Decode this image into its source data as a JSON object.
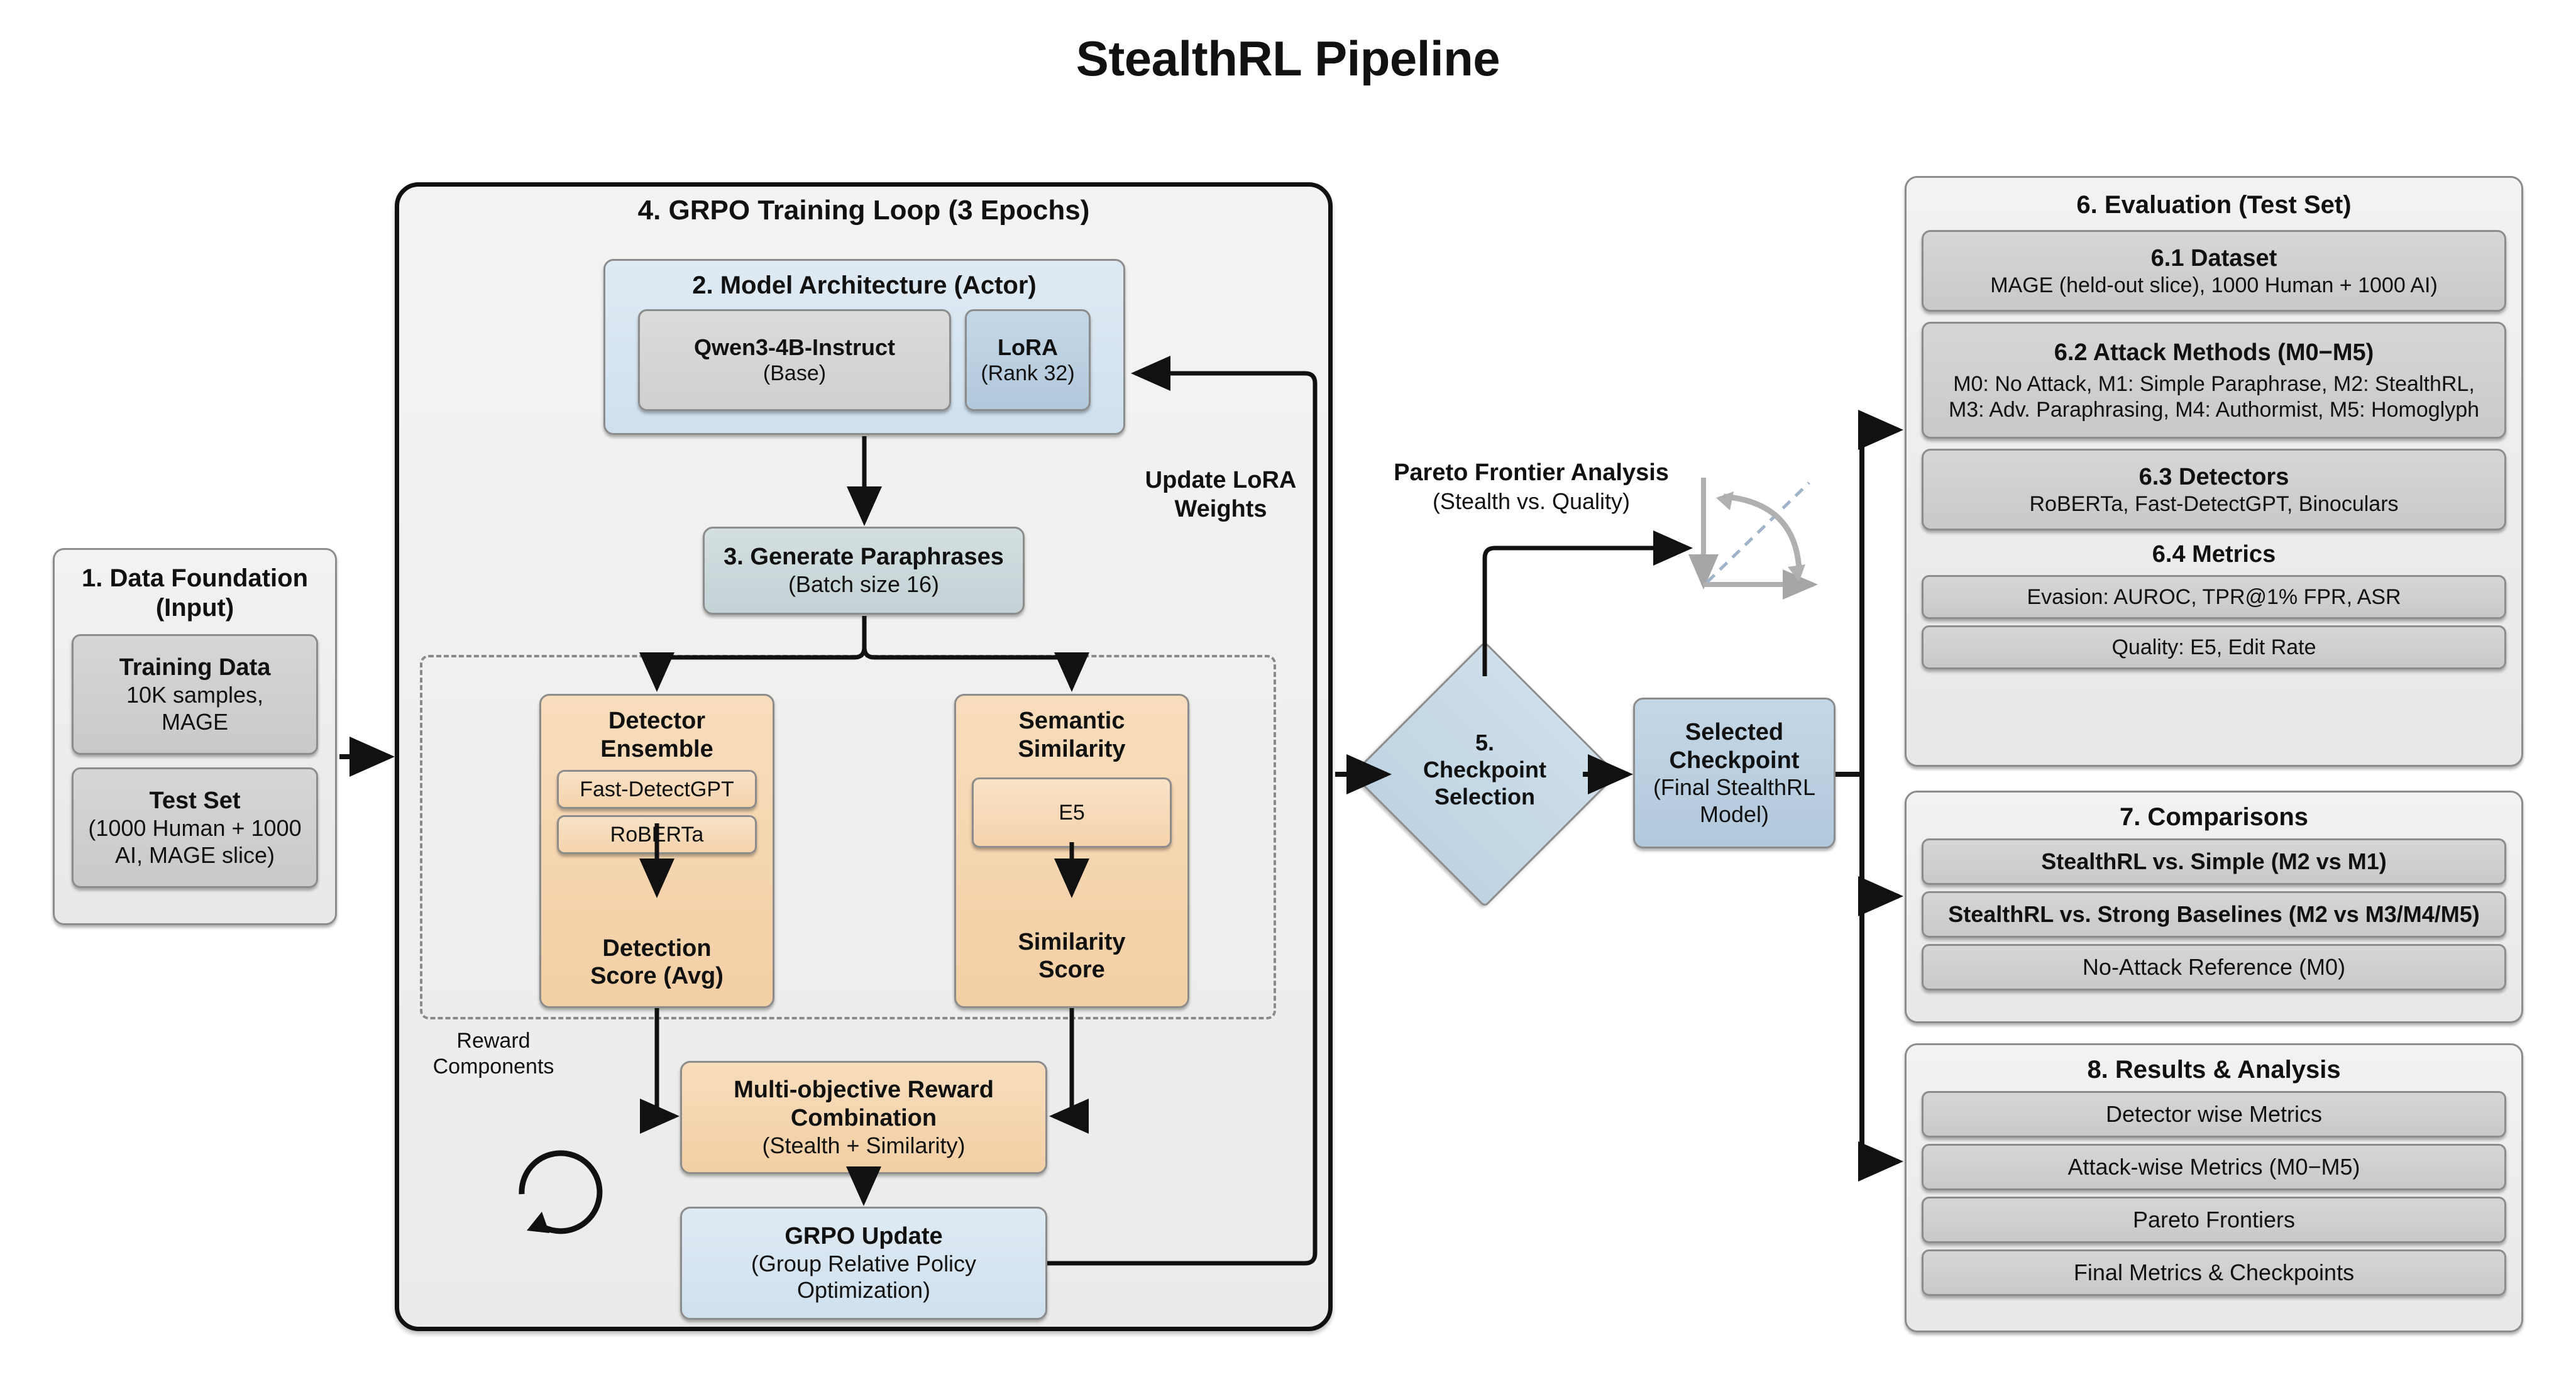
{
  "title": "StealthRL Pipeline",
  "data_foundation": {
    "header_line1": "1. Data Foundation",
    "header_line2": "(Input)",
    "training": {
      "title": "Training Data",
      "detail_line1": "10K samples,",
      "detail_line2": "MAGE"
    },
    "testset": {
      "title": "Test Set",
      "detail_line1": "(1000 Human + 1000",
      "detail_line2": "AI, MAGE slice)"
    }
  },
  "grpo_loop": {
    "header": "4. GRPO Training Loop (3 Epochs)",
    "model_arch": {
      "header": "2. Model Architecture (Actor)",
      "base": {
        "title": "Qwen3-4B-Instruct",
        "detail": "(Base)"
      },
      "lora": {
        "title": "LoRA",
        "detail": "(Rank 32)"
      }
    },
    "generate": {
      "title": "3. Generate Paraphrases",
      "detail": "(Batch size 16)"
    },
    "reward_components_label_line1": "Reward",
    "reward_components_label_line2": "Components",
    "detector_ensemble": {
      "title_line1": "Detector",
      "title_line2": "Ensemble",
      "items": [
        "Fast-DetectGPT",
        "RoBERTa"
      ],
      "output_line1": "Detection",
      "output_line2": "Score (Avg)"
    },
    "semantic_similarity": {
      "title_line1": "Semantic",
      "title_line2": "Similarity",
      "items": [
        "E5"
      ],
      "output_line1": "Similarity",
      "output_line2": "Score"
    },
    "reward_combination": {
      "title_line1": "Multi-objective Reward",
      "title_line2": "Combination",
      "detail": "(Stealth + Similarity)"
    },
    "grpo_update": {
      "title": "GRPO Update",
      "detail_line1": "(Group Relative Policy",
      "detail_line2": "Optimization)"
    },
    "update_lora_label_line1": "Update LoRA",
    "update_lora_label_line2": "Weights"
  },
  "pareto": {
    "label_line1": "Pareto Frontier Analysis",
    "label_line2": "(Stealth vs. Quality)"
  },
  "checkpoint_selection": {
    "line1": "5.",
    "line2": "Checkpoint",
    "line3": "Selection"
  },
  "selected_checkpoint": {
    "title_line1": "Selected",
    "title_line2": "Checkpoint",
    "detail_line1": "(Final StealthRL",
    "detail_line2": "Model)"
  },
  "evaluation": {
    "header": "6. Evaluation (Test Set)",
    "dataset": {
      "title": "6.1 Dataset",
      "detail": "MAGE (held-out slice), 1000 Human + 1000 AI)"
    },
    "attack_methods": {
      "title": "6.2 Attack Methods (M0−M5)",
      "line1": "M0: No Attack, M1: Simple Paraphrase, M2: StealthRL,",
      "line2": "M3: Adv. Paraphrasing, M4: Authormist, M5: Homoglyph"
    },
    "detectors": {
      "title": "6.3 Detectors",
      "detail": "RoBERTa, Fast-DetectGPT, Binoculars"
    },
    "metrics": {
      "title": "6.4 Metrics",
      "evasion": "Evasion: AUROC, TPR@1% FPR, ASR",
      "quality": "Quality: E5, Edit Rate"
    }
  },
  "comparisons": {
    "header": "7. Comparisons",
    "items": [
      "StealthRL vs. Simple (M2 vs M1)",
      "StealthRL vs. Strong Baselines (M2 vs M3/M4/M5)",
      "No-Attack Reference (M0)"
    ]
  },
  "results": {
    "header": "8. Results & Analysis",
    "items": [
      "Detector wise Metrics",
      "Attack-wise Metrics (M0−M5)",
      "Pareto Frontiers",
      "Final Metrics & Checkpoints"
    ]
  },
  "colors": {
    "orange": "#F5D3AC",
    "blue": "#CFE0EE",
    "blue_dark": "#B9CEDE",
    "blue_grey": "#C8D7DA",
    "grey": "#D0D0CE",
    "outline": "#8C8C8C",
    "stroke": "#111111"
  }
}
